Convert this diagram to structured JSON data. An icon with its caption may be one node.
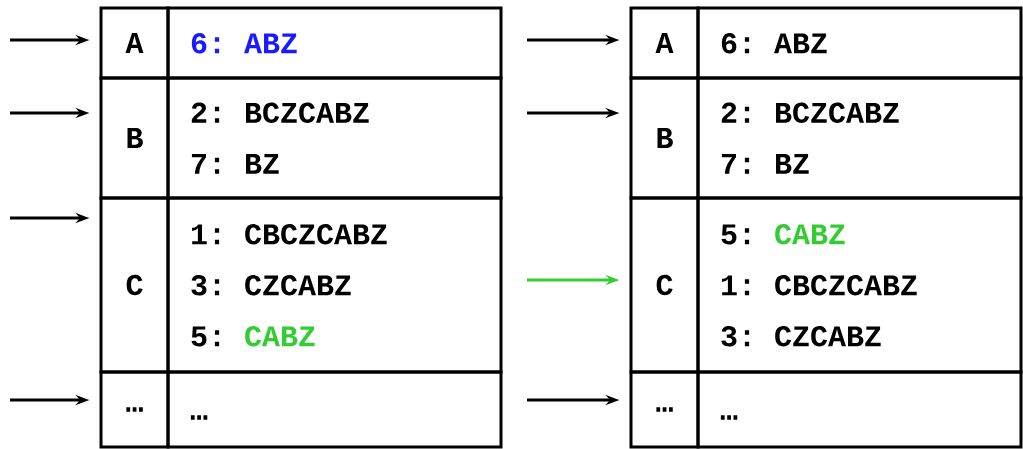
{
  "diagram": {
    "nodes": [
      {
        "text": [
          "A"
        ]
      },
      {
        "text": [
          "6:",
          "ABZ"
        ]
      },
      {
        "text": [
          "B"
        ]
      },
      {
        "text": [
          "2:",
          "BCZCABZ",
          "7:",
          "BZ"
        ]
      },
      {
        "text": [
          "C"
        ]
      },
      {
        "text": [
          "1:",
          "CBCZCABZ",
          "3:",
          "CZCABZ",
          "5:",
          "CABZ"
        ]
      },
      {
        "text": [
          "…"
        ]
      },
      {
        "text": [
          "…"
        ]
      },
      {
        "text": [
          "A"
        ]
      },
      {
        "text": [
          "6:",
          "ABZ"
        ]
      },
      {
        "text": [
          "B"
        ]
      },
      {
        "text": [
          "2:",
          "BCZCABZ",
          "7:",
          "BZ"
        ]
      },
      {
        "text": [
          "C"
        ]
      },
      {
        "text": [
          "5:",
          "CABZ",
          "1:",
          "CBCZCABZ",
          "3:",
          "CZCABZ"
        ]
      },
      {
        "text": [
          "…"
        ]
      },
      {
        "text": [
          "…"
        ]
      }
    ],
    "edges": [
      {
        "from": null,
        "to": 0,
        "arrow": "to"
      },
      {
        "from": null,
        "to": 2,
        "arrow": "to"
      },
      {
        "from": null,
        "to": 4,
        "arrow": "to"
      },
      {
        "from": null,
        "to": 6,
        "arrow": "to"
      },
      {
        "from": null,
        "to": 8,
        "arrow": "to"
      },
      {
        "from": null,
        "to": 10,
        "arrow": "to"
      },
      {
        "from": null,
        "to": 12,
        "arrow": "to",
        "color": "#33cc33"
      },
      {
        "from": null,
        "to": 14,
        "arrow": "to"
      }
    ]
  }
}
